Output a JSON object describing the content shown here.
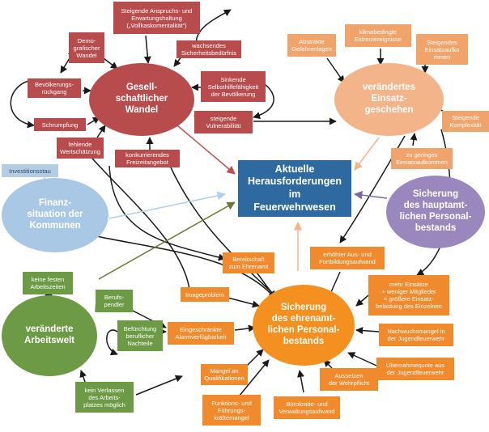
{
  "center": "Aktuelle\nHerausforderungen\nim\nFeuerwehrwesen",
  "clusters": {
    "gesellschaft": "Gesell-\nschaftlicher\nWandel",
    "einsatz": "verändertes\nEinsatz-\ngeschehen",
    "finanz": "Finanz-\nsituation der\nKommunen",
    "hauptamt": "Sicherung\ndes hauptamt-\nlichen Personal-\nbestands",
    "arbeitswelt": "veränderte\nArbeitswelt",
    "ehrenamt": "Sicherung\ndes ehrenamt-\nlichen Personal-\nbestands"
  },
  "factors": {
    "anspruch": "Steigende Anspruchs- und\nErwartungshaltung\n(„Vollkaskomentalität“)",
    "demografisch": "Demo-\ngrafischer\nWandel",
    "sicherheit": "wachsendes\nSicherheitsbedürfnis",
    "rueckgang": "Bevölkerungs-\nrückgang",
    "selbsthilfe": "Sinkende\nSelbsthilfefähigkeit\nder Bevölkerung",
    "schrumpfung": "Schrumpfung",
    "vulnerabilitaet": "steigende\nVulnerabilität",
    "wertschaetzung": "fehlende\nWertschätzung",
    "freizeit": "konkurrierendes\nFreizeitangebot",
    "gefahrenlagen": "Abstrakte\nGefahrenlagen",
    "klima": "klimabedingte\nExtremereignisse",
    "einsatzaufkommen": "Steigendes\nEinsatzaufko\nmmen",
    "komplexitaet": "Steigende\nKomplexität",
    "geringes": "zu geringes\nEinsatzaufkommen",
    "investition": "Investitionsstau",
    "bereitschaft": "Bereitschaft\nzum Ehrenamt",
    "fortbildung": "erhöhter Aus- und\nFortbildungsaufwand",
    "mehr_einsaetze": "mehr Einsätze\n+ weniger Mitglieder\n= größere Einsatz-\nbelastung des Einzelnen",
    "feste_zeiten": "keine festen\nArbeitszeiten",
    "pendler": "Berufs-\npendler",
    "imageproblem": "Imageproblem",
    "alarm": "Eingeschränkte\nAlarmverfügbarkeit",
    "nachteile": "Befürchtung\nberuflicher\nNachteile",
    "nachwuchs": "Nachwuchsmangel in\nder Jugendfeuerwehr",
    "uebernahme": "Übernahmequote aus\nder Jugendfeuerwehr",
    "wehrpflicht": "Aussetzen\nder Wehrpflicht",
    "qualifikation": "Mangel an\nQualifikationen",
    "verlassen": "kein Verlassen\ndes Arbeits-\nplatzes möglich",
    "fuehrung": "Funktions- und\nFührungs-\nkräftemangel",
    "buerokratie": "Bürokratie- und\nVerwaltungsaufwand"
  },
  "colors": {
    "gesellschaft": "#b84c4c",
    "einsatz": "#f4b48a",
    "ehrenamt": "#f4901f",
    "finanz": "#a9c8e6",
    "hauptamt": "#9987bd",
    "arbeitswelt": "#6c9a45",
    "center": "#2e6aa0"
  }
}
